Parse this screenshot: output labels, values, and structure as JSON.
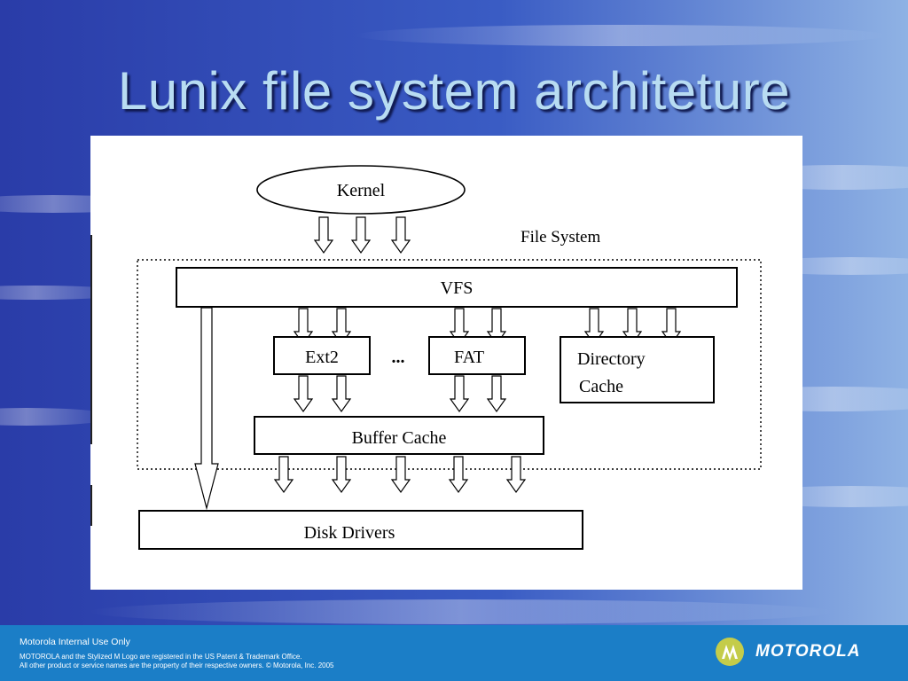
{
  "slide": {
    "title": "Lunix file system architeture"
  },
  "diagram": {
    "kernel": "Kernel",
    "file_system_label": "File System",
    "vfs": "VFS",
    "ext2": "Ext2",
    "ellipsis": "...",
    "fat": "FAT",
    "directory_cache_line1": "Directory",
    "directory_cache_line2": "Cache",
    "buffer_cache": "Buffer Cache",
    "disk_drivers": "Disk Drivers"
  },
  "footer": {
    "line1": "Motorola Internal Use Only",
    "line2": "MOTOROLA and the Stylized M Logo are registered in the US Patent & Trademark Office.",
    "line3": "All other product or service names are the property of their respective owners. © Motorola, Inc. 2005",
    "brand": "MOTOROLA"
  },
  "colors": {
    "footer_bg": "#1b7ec7",
    "title": "#b8dcf2",
    "logo_mark": "#c4cc4a"
  }
}
